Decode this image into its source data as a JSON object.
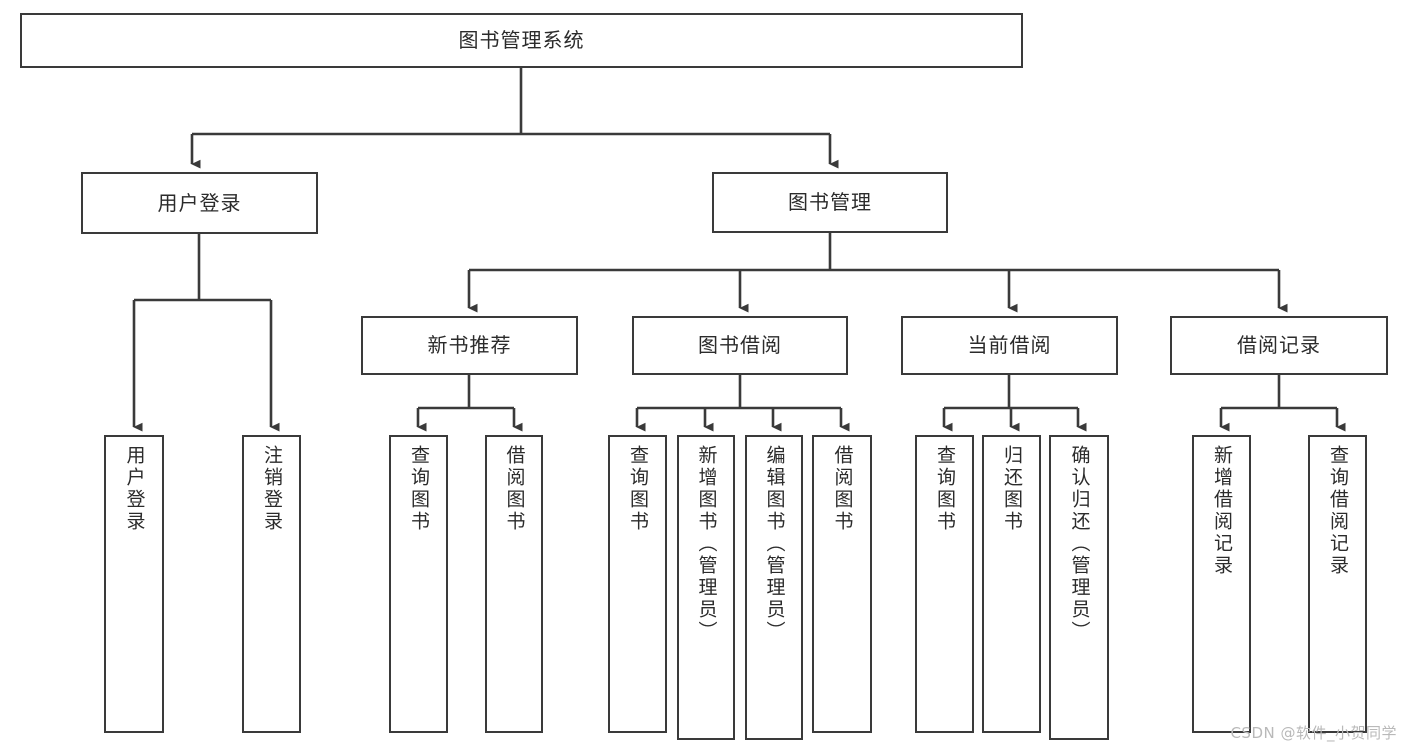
{
  "diagram": {
    "title": "图书管理系统",
    "watermark": "CSDN @软件_小贺同学",
    "line_color": "#3a3a3a",
    "text_color": "#2b2b2b",
    "background": "#ffffff",
    "root": {
      "label": "图书管理系统"
    },
    "level1": [
      {
        "label": "用户登录"
      },
      {
        "label": "图书管理"
      }
    ],
    "level2": [
      {
        "label": "新书推荐"
      },
      {
        "label": "图书借阅"
      },
      {
        "label": "当前借阅"
      },
      {
        "label": "借阅记录"
      }
    ],
    "leaves": {
      "user_login": [
        {
          "label": "用户登录"
        },
        {
          "label": "注销登录"
        }
      ],
      "new_book": [
        {
          "label": "查询图书"
        },
        {
          "label": "借阅图书"
        }
      ],
      "book_borrow": [
        {
          "label": "查询图书"
        },
        {
          "label": "新增图书（管理员）"
        },
        {
          "label": "编辑图书（管理员）"
        },
        {
          "label": "借阅图书"
        }
      ],
      "current_borrow": [
        {
          "label": "查询图书"
        },
        {
          "label": "归还图书"
        },
        {
          "label": "确认归还（管理员）"
        }
      ],
      "borrow_record": [
        {
          "label": "新增借阅记录"
        },
        {
          "label": "查询借阅记录"
        }
      ]
    }
  }
}
